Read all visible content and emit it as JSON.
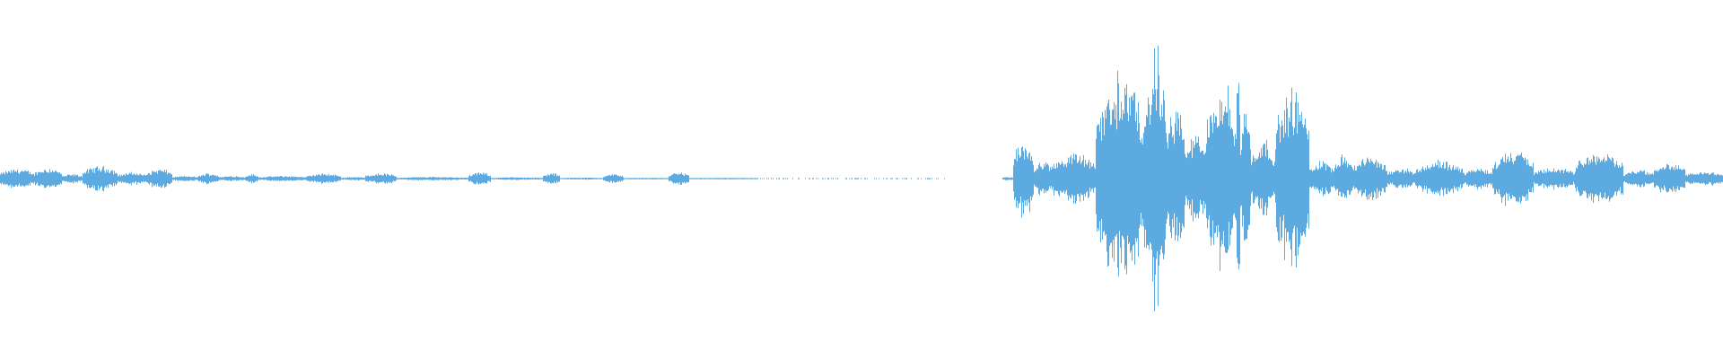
{
  "waveform": {
    "color": "#5DAAE0",
    "background": "#FFFFFF",
    "segments": [
      {
        "start": 0.0,
        "end": 0.02,
        "amp": 0.055
      },
      {
        "start": 0.02,
        "end": 0.036,
        "amp": 0.06
      },
      {
        "start": 0.036,
        "end": 0.048,
        "amp": 0.025
      },
      {
        "start": 0.048,
        "end": 0.068,
        "amp": 0.07
      },
      {
        "start": 0.068,
        "end": 0.085,
        "amp": 0.035
      },
      {
        "start": 0.085,
        "end": 0.1,
        "amp": 0.055
      },
      {
        "start": 0.1,
        "end": 0.115,
        "amp": 0.015
      },
      {
        "start": 0.115,
        "end": 0.127,
        "amp": 0.03
      },
      {
        "start": 0.127,
        "end": 0.142,
        "amp": 0.015
      },
      {
        "start": 0.142,
        "end": 0.15,
        "amp": 0.025
      },
      {
        "start": 0.15,
        "end": 0.178,
        "amp": 0.015
      },
      {
        "start": 0.178,
        "end": 0.198,
        "amp": 0.028
      },
      {
        "start": 0.198,
        "end": 0.212,
        "amp": 0.01
      },
      {
        "start": 0.212,
        "end": 0.23,
        "amp": 0.03
      },
      {
        "start": 0.23,
        "end": 0.272,
        "amp": 0.01
      },
      {
        "start": 0.272,
        "end": 0.285,
        "amp": 0.035
      },
      {
        "start": 0.285,
        "end": 0.315,
        "amp": 0.008
      },
      {
        "start": 0.315,
        "end": 0.325,
        "amp": 0.03
      },
      {
        "start": 0.325,
        "end": 0.35,
        "amp": 0.006
      },
      {
        "start": 0.35,
        "end": 0.362,
        "amp": 0.025
      },
      {
        "start": 0.362,
        "end": 0.388,
        "amp": 0.005
      },
      {
        "start": 0.388,
        "end": 0.4,
        "amp": 0.035
      },
      {
        "start": 0.4,
        "end": 0.44,
        "amp": 0.004
      },
      {
        "start": 0.44,
        "end": 0.55,
        "amp": 0.002,
        "sparse": true
      },
      {
        "start": 0.55,
        "end": 0.582,
        "amp": 0.0
      },
      {
        "start": 0.582,
        "end": 0.588,
        "amp": 0.01
      },
      {
        "start": 0.588,
        "end": 0.6,
        "amp": 0.22
      },
      {
        "start": 0.6,
        "end": 0.61,
        "amp": 0.1
      },
      {
        "start": 0.61,
        "end": 0.636,
        "amp": 0.14
      },
      {
        "start": 0.636,
        "end": 0.665,
        "amp": 0.58
      },
      {
        "start": 0.665,
        "end": 0.677,
        "amp": 0.7
      },
      {
        "start": 0.677,
        "end": 0.688,
        "amp": 0.42
      },
      {
        "start": 0.688,
        "end": 0.7,
        "amp": 0.25
      },
      {
        "start": 0.7,
        "end": 0.717,
        "amp": 0.55
      },
      {
        "start": 0.717,
        "end": 0.72,
        "amp": 0.65
      },
      {
        "start": 0.72,
        "end": 0.726,
        "amp": 0.4
      },
      {
        "start": 0.726,
        "end": 0.74,
        "amp": 0.22
      },
      {
        "start": 0.74,
        "end": 0.76,
        "amp": 0.5
      },
      {
        "start": 0.76,
        "end": 0.774,
        "amp": 0.1
      },
      {
        "start": 0.774,
        "end": 0.785,
        "amp": 0.14
      },
      {
        "start": 0.785,
        "end": 0.805,
        "amp": 0.12
      },
      {
        "start": 0.805,
        "end": 0.822,
        "amp": 0.06
      },
      {
        "start": 0.822,
        "end": 0.849,
        "amp": 0.1
      },
      {
        "start": 0.849,
        "end": 0.866,
        "amp": 0.06
      },
      {
        "start": 0.866,
        "end": 0.89,
        "amp": 0.16
      },
      {
        "start": 0.89,
        "end": 0.914,
        "amp": 0.06
      },
      {
        "start": 0.914,
        "end": 0.942,
        "amp": 0.15
      },
      {
        "start": 0.942,
        "end": 0.96,
        "amp": 0.05
      },
      {
        "start": 0.96,
        "end": 0.978,
        "amp": 0.09
      },
      {
        "start": 0.978,
        "end": 1.0,
        "amp": 0.04
      }
    ]
  }
}
